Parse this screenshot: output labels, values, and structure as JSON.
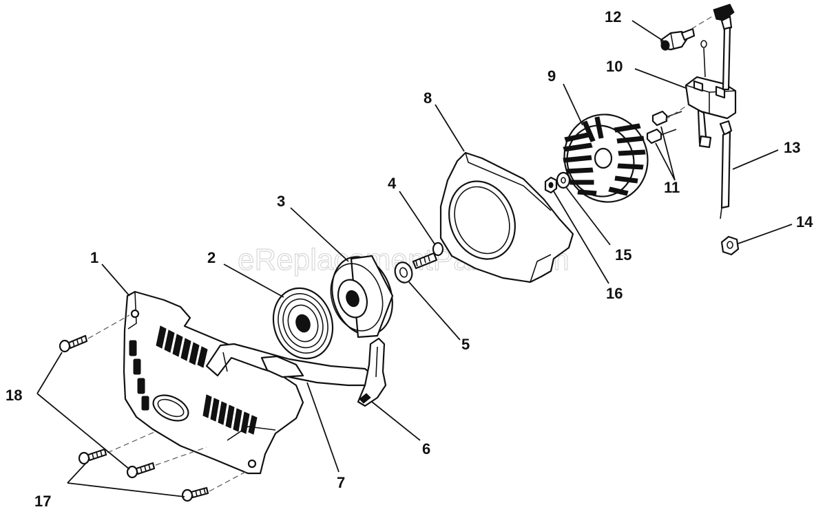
{
  "diagram": {
    "watermark": "eReplacementParts.com",
    "callouts": [
      {
        "id": "1",
        "text": "1"
      },
      {
        "id": "2",
        "text": "2"
      },
      {
        "id": "3",
        "text": "3"
      },
      {
        "id": "4",
        "text": "4"
      },
      {
        "id": "5",
        "text": "5"
      },
      {
        "id": "6",
        "text": "6"
      },
      {
        "id": "7",
        "text": "7"
      },
      {
        "id": "8",
        "text": "8"
      },
      {
        "id": "9",
        "text": "9"
      },
      {
        "id": "10",
        "text": "10"
      },
      {
        "id": "11",
        "text": "11"
      },
      {
        "id": "12",
        "text": "12"
      },
      {
        "id": "13",
        "text": "13"
      },
      {
        "id": "14",
        "text": "14"
      },
      {
        "id": "15",
        "text": "15"
      },
      {
        "id": "16",
        "text": "16"
      },
      {
        "id": "17",
        "text": "17"
      },
      {
        "id": "18",
        "text": "18"
      }
    ]
  }
}
